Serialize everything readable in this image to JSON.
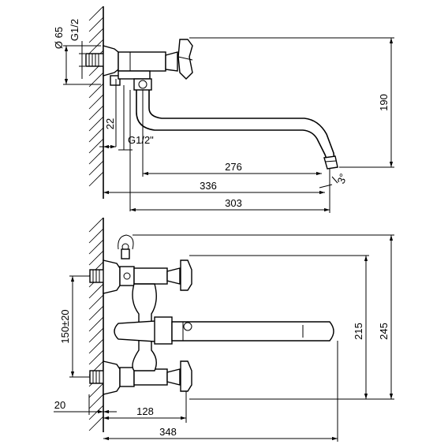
{
  "drawing": {
    "top_view": {
      "dims": {
        "diameter": "Ø 65",
        "thread_top": "G1/2",
        "height": "190",
        "wall_offset": "22",
        "thread_bottom": "G1/2\"",
        "spout_reach": "276",
        "total_reach": "336",
        "outlet_distance": "303",
        "angle": "3°"
      }
    },
    "front_view": {
      "dims": {
        "center_distance": "150±20",
        "height_outlet": "215",
        "height_total": "245",
        "wall_depth": "20",
        "handle_offset": "128",
        "total_width": "348"
      }
    }
  }
}
